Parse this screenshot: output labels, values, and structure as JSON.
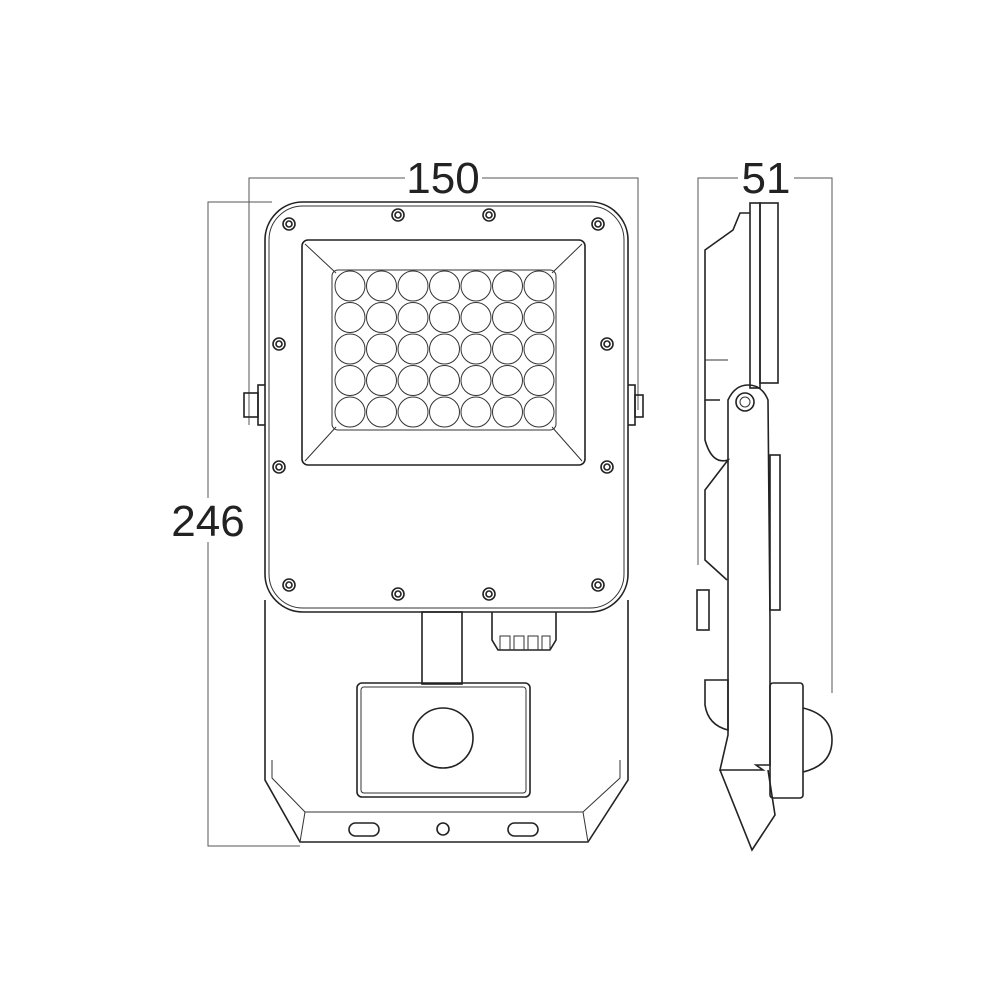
{
  "dimensions": {
    "width_label": "150",
    "height_label": "246",
    "depth_label": "51"
  },
  "led_array": {
    "columns": 7,
    "rows": 5
  },
  "line_color": "#222222"
}
